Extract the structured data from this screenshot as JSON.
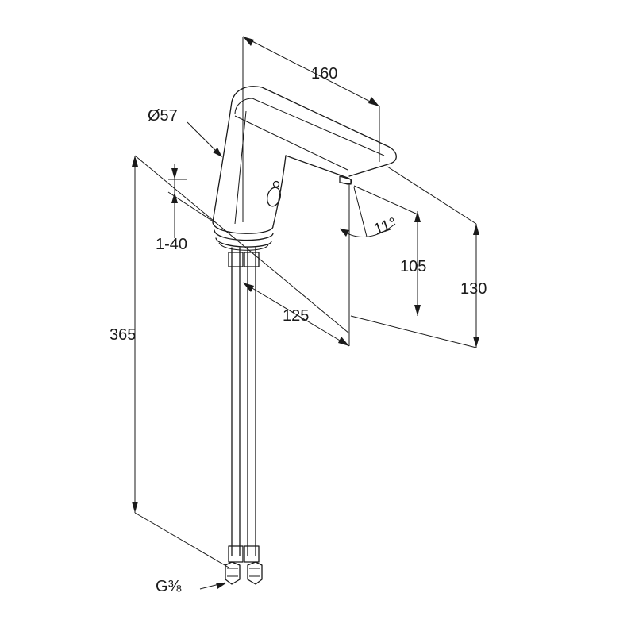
{
  "dimensions": {
    "spout_length": "160",
    "body_diameter": "Ø57",
    "clamping_range": "1-40",
    "overall_length": "365",
    "reach": "125",
    "spout_height": "105",
    "overall_height": "130",
    "spout_angle": "11°",
    "connection_thread_main": "G",
    "connection_thread_fraction": "⅜"
  },
  "colors": {
    "line": "#1a1a1a",
    "background": "#ffffff"
  }
}
